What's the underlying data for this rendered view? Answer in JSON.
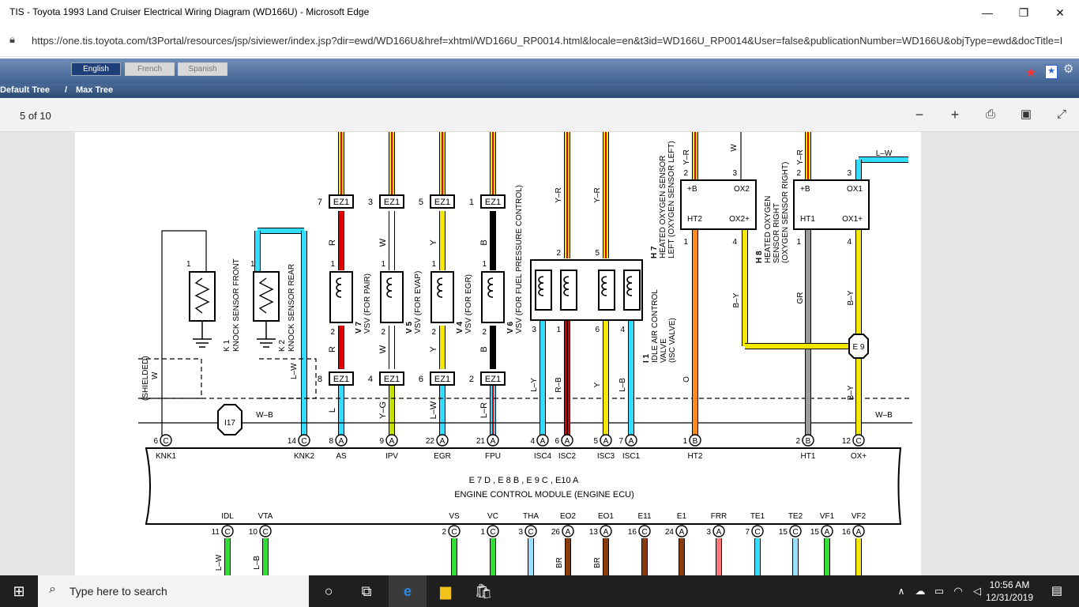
{
  "browser": {
    "title": "TIS - Toyota 1993 Land Cruiser Electrical Wiring Diagram (WD166U) - Microsoft Edge",
    "url": "https://one.tis.toyota.com/t3Portal/resources/jsp/siviewer/index.jsp?dir=ewd/WD166U&href=xhtml/WD166U_RP0014.html&locale=en&t3id=WD166U_RP0014&User=false&publicationNumber=WD166U&objType=ewd&docTitle=I"
  },
  "languages": [
    "English",
    "French",
    "Spanish"
  ],
  "tree": {
    "default": "Default Tree",
    "separator": "/",
    "max": "Max Tree"
  },
  "pdf": {
    "page_info": "5 of 10"
  },
  "diagram": {
    "top_connectors": [
      {
        "pin": "7",
        "label": "EZ1",
        "wire": "R",
        "color": "#e00000"
      },
      {
        "pin": "3",
        "label": "EZ1",
        "wire": "W",
        "color": "#ffffff"
      },
      {
        "pin": "5",
        "label": "EZ1",
        "wire": "Y",
        "color": "#f5e800"
      },
      {
        "pin": "1",
        "label": "EZ1",
        "wire": "B",
        "color": "#000000"
      }
    ],
    "bottom_connectors": [
      {
        "pin": "8",
        "label": "EZ1",
        "wire": "L"
      },
      {
        "pin": "4",
        "label": "EZ1",
        "wire": "Y–G"
      },
      {
        "pin": "6",
        "label": "EZ1",
        "wire": "L–W"
      },
      {
        "pin": "2",
        "label": "EZ1",
        "wire": "L–R"
      }
    ],
    "vsv_labels": [
      "V 7",
      "VSV (FOR PAIR)",
      "V 5",
      "VSV (FOR EVAP)",
      "V 4",
      "VSV (FOR EGR)",
      "V 6",
      "VSV (FOR FUEL PRESSURE CONTROL)"
    ],
    "sensor_labels": [
      "K 1",
      "KNOCK SENSOR FRONT",
      "K 2",
      "KNOCK SENSOR REAR",
      "(SHIELDED)",
      "W",
      "L–W",
      "I17",
      "W–B"
    ],
    "isc": {
      "id": "I 1",
      "name": "IDLE AIR CONTROL",
      "line2": "VALVE",
      "line3": "(ISC VALVE)",
      "wires": [
        "L–Y",
        "R–B",
        "Y",
        "L–B"
      ],
      "pins": [
        "3",
        "1",
        "6",
        "4"
      ],
      "top_pins": [
        "2",
        "5"
      ],
      "top_wires": [
        "Y–R",
        "Y–R"
      ]
    },
    "h7": {
      "id": "H 7",
      "name": "HEATED OXYGEN SENSOR",
      "line2": "LEFT (OXYGEN SENSOR LEFT)",
      "pins": [
        "2",
        "3",
        "1",
        "4"
      ],
      "terms": [
        "+B",
        "OX2",
        "HT2",
        "OX2+"
      ],
      "wires": [
        "Y–R",
        "W",
        "O",
        "B–Y"
      ]
    },
    "h8": {
      "id": "H 8",
      "name": "HEATED OXYGEN",
      "line2": "SENSOR RIGHT",
      "line3": "(OXYGEN SENSOR RIGHT)",
      "pins": [
        "2",
        "3",
        "1",
        "4"
      ],
      "terms": [
        "+B",
        "OX1",
        "HT1",
        "OX1+"
      ],
      "wires": [
        "Y–R",
        "GR",
        "B–Y",
        "L–W"
      ]
    },
    "junction": "E 9",
    "ecm_top_pins": [
      {
        "num": "6",
        "letter": "C",
        "name": "KNK1"
      },
      {
        "num": "14",
        "letter": "C",
        "name": "KNK2"
      },
      {
        "num": "8",
        "letter": "A",
        "name": "AS"
      },
      {
        "num": "9",
        "letter": "A",
        "name": "IPV"
      },
      {
        "num": "22",
        "letter": "A",
        "name": "EGR"
      },
      {
        "num": "21",
        "letter": "A",
        "name": "FPU"
      },
      {
        "num": "4",
        "letter": "A",
        "name": "ISC4"
      },
      {
        "num": "6",
        "letter": "A",
        "name": "ISC2"
      },
      {
        "num": "5",
        "letter": "A",
        "name": "ISC3"
      },
      {
        "num": "7",
        "letter": "A",
        "name": "ISC1"
      },
      {
        "num": "1",
        "letter": "B",
        "name": "HT2"
      },
      {
        "num": "2",
        "letter": "B",
        "name": "HT1"
      },
      {
        "num": "12",
        "letter": "C",
        "name": "OX+"
      }
    ],
    "ecm": {
      "connectors": "E 7 D , E 8 B , E 9 C , E10 A",
      "name": "ENGINE CONTROL MODULE (ENGINE ECU)"
    },
    "ecm_bottom_pins": [
      {
        "num": "11",
        "letter": "C",
        "name": "IDL",
        "wire": "L–W"
      },
      {
        "num": "10",
        "letter": "C",
        "name": "VTA",
        "wire": "L–B"
      },
      {
        "num": "2",
        "letter": "C",
        "name": "VS"
      },
      {
        "num": "1",
        "letter": "C",
        "name": "VC"
      },
      {
        "num": "3",
        "letter": "C",
        "name": "THA"
      },
      {
        "num": "26",
        "letter": "A",
        "name": "EO2",
        "wire": "BR"
      },
      {
        "num": "13",
        "letter": "A",
        "name": "EO1",
        "wire": "BR"
      },
      {
        "num": "16",
        "letter": "C",
        "name": "E11"
      },
      {
        "num": "24",
        "letter": "A",
        "name": "E1"
      },
      {
        "num": "3",
        "letter": "A",
        "name": "FRR"
      },
      {
        "num": "7",
        "letter": "C",
        "name": "TE1"
      },
      {
        "num": "15",
        "letter": "C",
        "name": "TE2"
      },
      {
        "num": "15",
        "letter": "A",
        "name": "VF1"
      },
      {
        "num": "16",
        "letter": "A",
        "name": "VF2"
      }
    ]
  },
  "taskbar": {
    "search_placeholder": "Type here to search",
    "time": "10:56 AM",
    "date": "12/31/2019"
  }
}
